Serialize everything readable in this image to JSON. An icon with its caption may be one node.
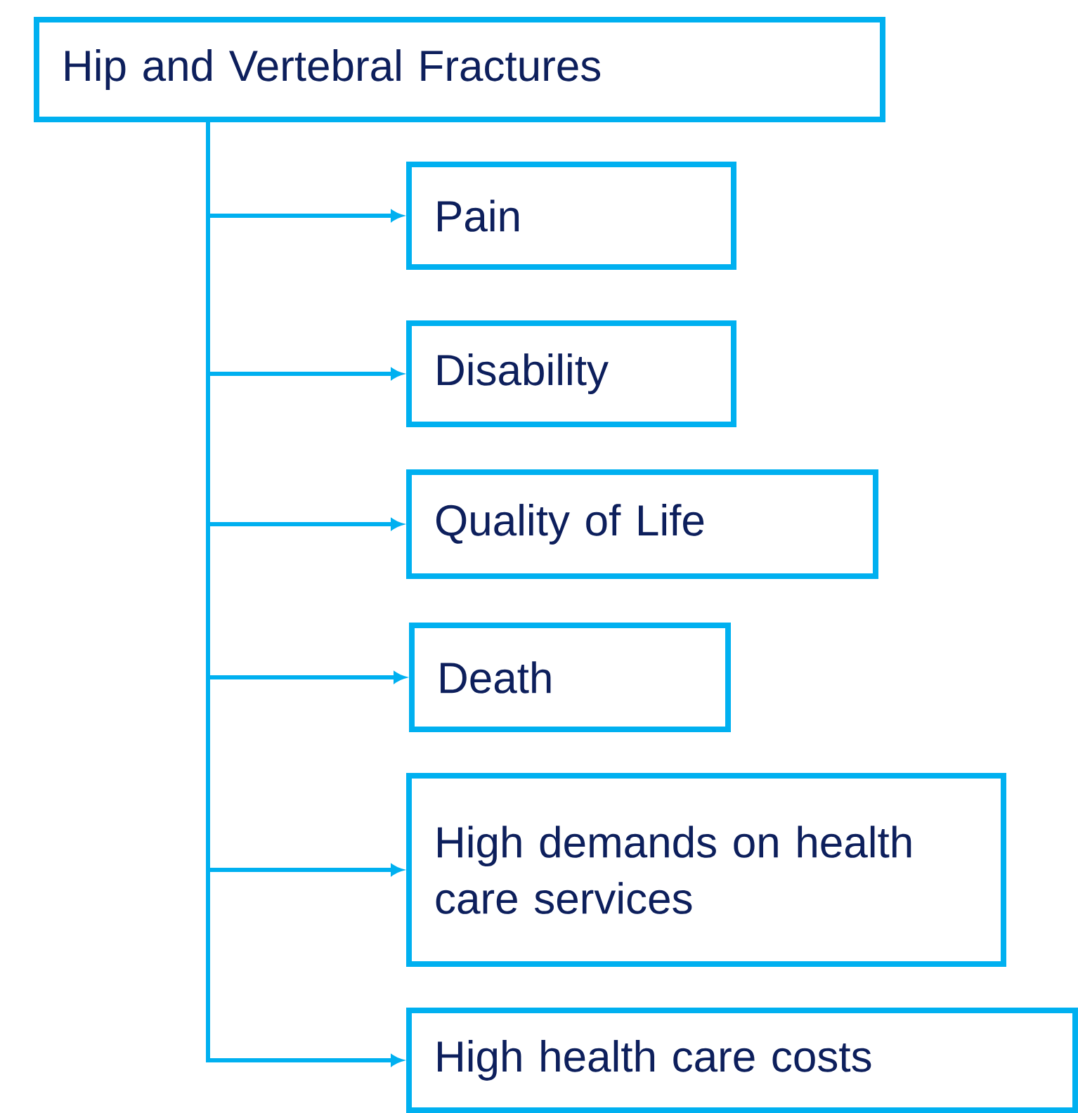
{
  "diagram": {
    "nodes": [
      {
        "text": [
          "Hip and Vertebral Fractures"
        ]
      },
      {
        "text": [
          "Pain"
        ]
      },
      {
        "text": [
          "Disability"
        ]
      },
      {
        "text": [
          "Quality of Life"
        ]
      },
      {
        "text": [
          "Death"
        ]
      },
      {
        "text": [
          "High demands on health care services"
        ]
      },
      {
        "text": [
          "High health care costs"
        ]
      }
    ],
    "edges": [
      {
        "from": 0,
        "to": 1,
        "arrow": "to"
      },
      {
        "from": 0,
        "to": 2,
        "arrow": "to"
      },
      {
        "from": 0,
        "to": 3,
        "arrow": "to"
      },
      {
        "from": 0,
        "to": 4,
        "arrow": "to"
      },
      {
        "from": 0,
        "to": 5,
        "arrow": "to"
      },
      {
        "from": 0,
        "to": 6,
        "arrow": "to"
      }
    ]
  }
}
